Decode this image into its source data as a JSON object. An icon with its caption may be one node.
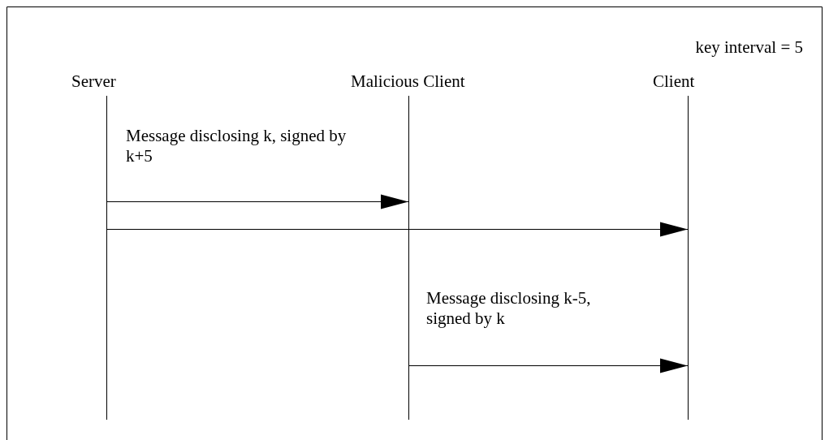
{
  "diagram": {
    "nodes": [
      {
        "text": [
          "Server"
        ]
      },
      {
        "text": [
          "Malicious Client"
        ]
      },
      {
        "text": [
          "Client"
        ]
      }
    ],
    "edges": [
      {
        "from": 0,
        "to": 1,
        "arrow": "to",
        "label": "Message disclosing k, signed by k+5"
      },
      {
        "from": 0,
        "to": 2,
        "arrow": "to"
      },
      {
        "from": 1,
        "to": 2,
        "arrow": "to",
        "label": "Message disclosing k-5, signed by k"
      }
    ],
    "labels": [
      "key interval = 5"
    ]
  }
}
